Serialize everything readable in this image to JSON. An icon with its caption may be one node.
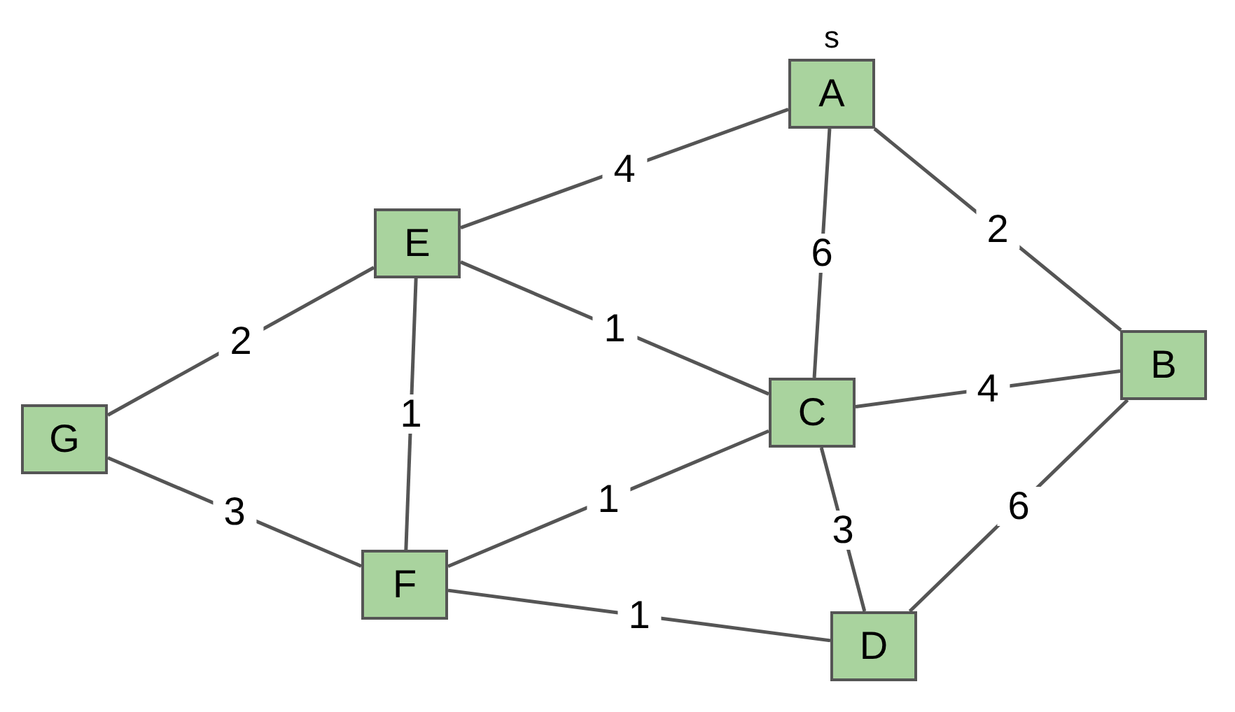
{
  "diagram": {
    "nodes": [
      {
        "text": [
          "A"
        ],
        "beside": [
          "s"
        ]
      },
      {
        "text": [
          "E"
        ]
      },
      {
        "text": [
          "B"
        ]
      },
      {
        "text": [
          "G"
        ]
      },
      {
        "text": [
          "C"
        ]
      },
      {
        "text": [
          "F"
        ]
      },
      {
        "text": [
          "D"
        ]
      }
    ],
    "edges": [
      {
        "from": 0,
        "to": 1,
        "arrow": "none",
        "label": "4"
      },
      {
        "from": 0,
        "to": 4,
        "arrow": "none",
        "label": "6"
      },
      {
        "from": 0,
        "to": 2,
        "arrow": "none",
        "label": "2"
      },
      {
        "from": 1,
        "to": 3,
        "arrow": "none",
        "label": "2"
      },
      {
        "from": 1,
        "to": 5,
        "arrow": "none",
        "label": "1"
      },
      {
        "from": 1,
        "to": 4,
        "arrow": "none",
        "label": "1"
      },
      {
        "from": 3,
        "to": 5,
        "arrow": "none",
        "label": "3"
      },
      {
        "from": 4,
        "to": 2,
        "arrow": "none",
        "label": "4"
      },
      {
        "from": 5,
        "to": 4,
        "arrow": "none",
        "label": "1"
      },
      {
        "from": 4,
        "to": 6,
        "arrow": "none",
        "label": "3"
      },
      {
        "from": 2,
        "to": 6,
        "arrow": "none",
        "label": "6"
      },
      {
        "from": 5,
        "to": 6,
        "arrow": "none",
        "label": "1"
      }
    ]
  }
}
